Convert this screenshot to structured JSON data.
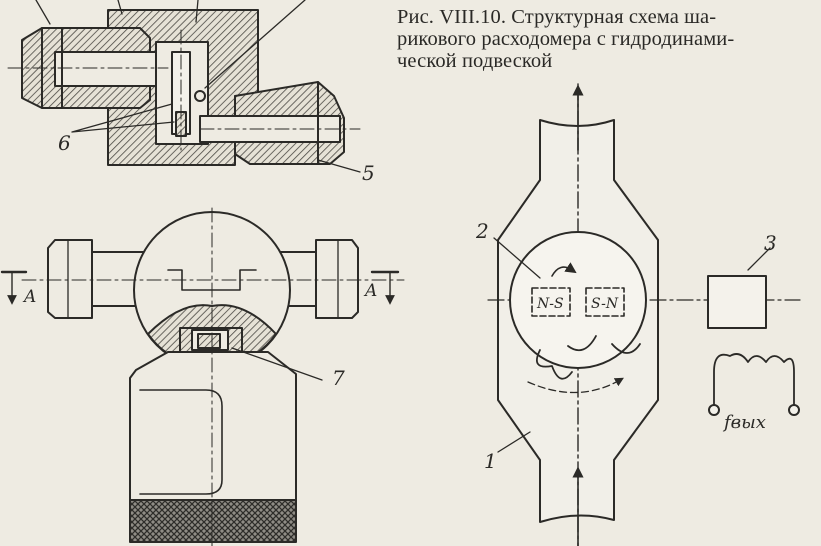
{
  "caption": {
    "line1": "Рис. VIII.10. Структурная схема ша-",
    "line2": "рикового расходомера с гидродинами-",
    "line3": "ческой подвеской"
  },
  "labels": {
    "n1": "1",
    "n2": "2",
    "n3": "3",
    "n5": "5",
    "n6": "6",
    "n7": "7",
    "section_left": "A",
    "section_right": "A",
    "magnet_left": "N-S",
    "magnet_right": "S-N",
    "output": "fвых"
  }
}
